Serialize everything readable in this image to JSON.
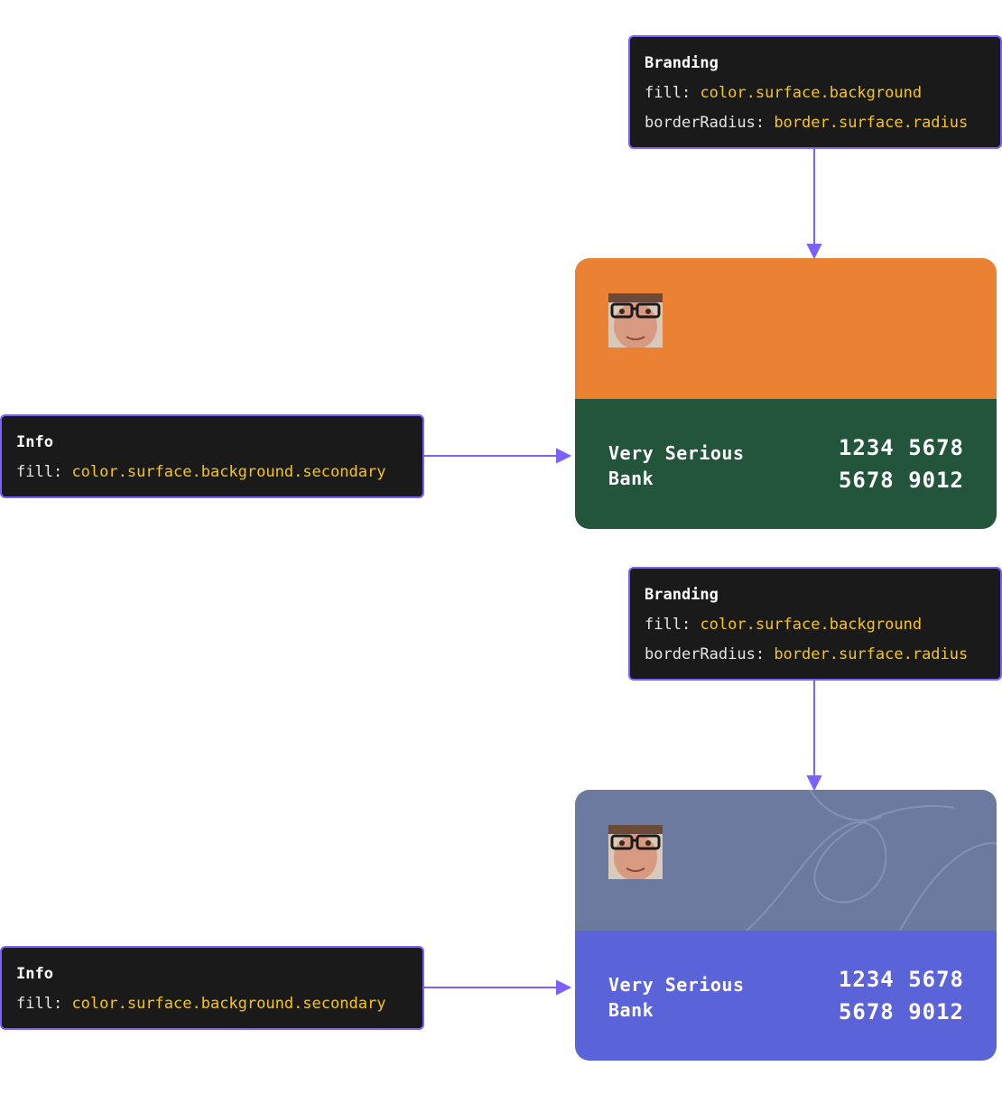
{
  "colors": {
    "annotation_bg": "#1a1a1a",
    "annotation_border": "#7b61ff",
    "token_value": "#f5c518",
    "connector": "#7b61ff",
    "card1_top": "#eb8233",
    "card1_bottom": "#23543c",
    "card2_top": "#6b7a9e",
    "card2_bottom": "#5b63d9"
  },
  "examples": [
    {
      "branding": {
        "title": "Branding",
        "fill_key": "fill:",
        "fill_value": "color.surface.background",
        "radius_key": "borderRadius:",
        "radius_value": "border.surface.radius"
      },
      "info": {
        "title": "Info",
        "fill_key": "fill:",
        "fill_value": "color.surface.background.secondary"
      },
      "card": {
        "avatar_icon": "person-photo",
        "bank_name": "Very Serious Bank",
        "number_line1": "1234 5678",
        "number_line2": "5678 9012"
      }
    },
    {
      "branding": {
        "title": "Branding",
        "fill_key": "fill:",
        "fill_value": "color.surface.background",
        "radius_key": "borderRadius:",
        "radius_value": "border.surface.radius"
      },
      "info": {
        "title": "Info",
        "fill_key": "fill:",
        "fill_value": "color.surface.background.secondary"
      },
      "card": {
        "avatar_icon": "person-photo",
        "bank_name": "Very Serious Bank",
        "number_line1": "1234 5678",
        "number_line2": "5678 9012"
      }
    }
  ]
}
